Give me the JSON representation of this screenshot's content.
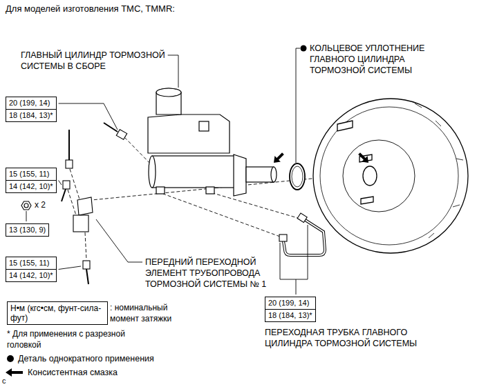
{
  "diagram": {
    "title": "Для моделей изготовления TMC, TMMR:",
    "nodes": [
      {
        "text": [
          "20 (199, 14)",
          "18 (184, 13)*"
        ]
      },
      {
        "text": [
          "15 (155, 11)",
          "14 (142, 10)*"
        ]
      },
      {
        "text": [
          "13 (130, 9)"
        ]
      },
      {
        "text": [
          "15 (155, 11)",
          "14 (142, 10)*"
        ]
      },
      {
        "text": [
          "20 (199, 14)",
          "18 (184, 13)*"
        ]
      },
      {
        "text": [
          "Н•м (кгс•см, фунт-сила-фут)"
        ]
      }
    ],
    "labels": [
      "ГЛАВНЫЙ ЦИЛИНДР ТОРМОЗНОЙ СИСТЕМЫ В СБОРЕ",
      "КОЛЬЦЕВОЕ УПЛОТНЕНИЕ ГЛАВНОГО ЦИЛИНДРА ТОРМОЗНОЙ СИСТЕМЫ",
      "x 2",
      "ПЕРЕДНИЙ ПЕРЕХОДНОЙ ЭЛЕМЕНТ ТРУБОПРОВОДА ТОРМОЗНОЙ СИСТЕМЫ № 1",
      "ПЕРЕХОДНАЯ ТРУБКА ГЛАВНОГО ЦИЛИНДРА ТОРМОЗНОЙ СИСТЕМЫ",
      ": номинальный момент затяжки",
      "* Для применения с разрезной головкой",
      "c"
    ],
    "legend": [
      {
        "text": "Деталь однократного применения"
      },
      {
        "text": "Консистентная смазка"
      }
    ]
  }
}
